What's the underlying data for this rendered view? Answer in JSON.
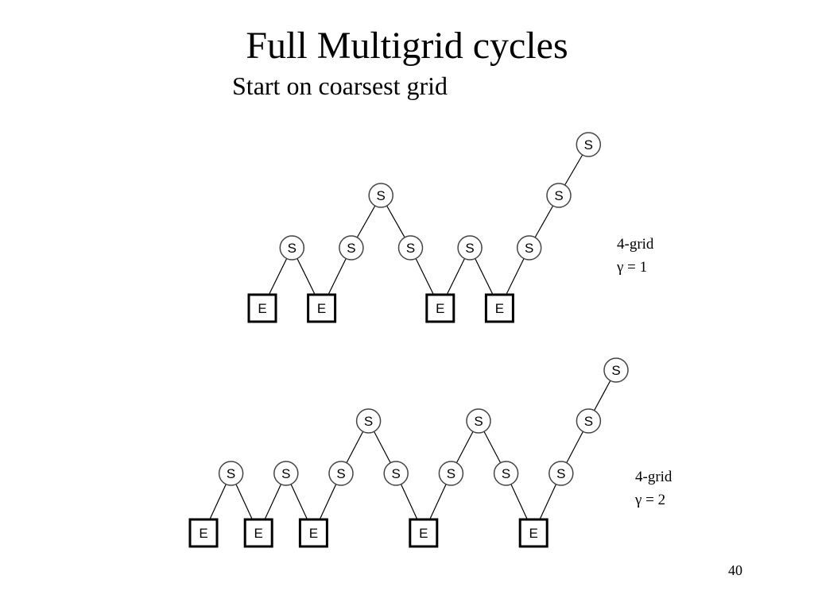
{
  "slide": {
    "title": "Full Multigrid cycles",
    "subtitle": "Start on coarsest grid",
    "page_number": "40"
  },
  "node_labels": {
    "smooth": "S",
    "exact": "E"
  },
  "diagrams": [
    {
      "grid_label": "4-grid",
      "gamma_label": "γ = 1",
      "path_levels": [
        0,
        1,
        0,
        1,
        2,
        1,
        0,
        1,
        0,
        1,
        2,
        3
      ]
    },
    {
      "grid_label": "4-grid",
      "gamma_label": "γ = 2",
      "path_levels": [
        0,
        1,
        0,
        1,
        0,
        1,
        2,
        1,
        0,
        1,
        2,
        1,
        0,
        1,
        2,
        3
      ]
    }
  ],
  "colors": {
    "ink": "#000000",
    "node_fill": "#ffffff",
    "circle_stroke": "#444444"
  }
}
